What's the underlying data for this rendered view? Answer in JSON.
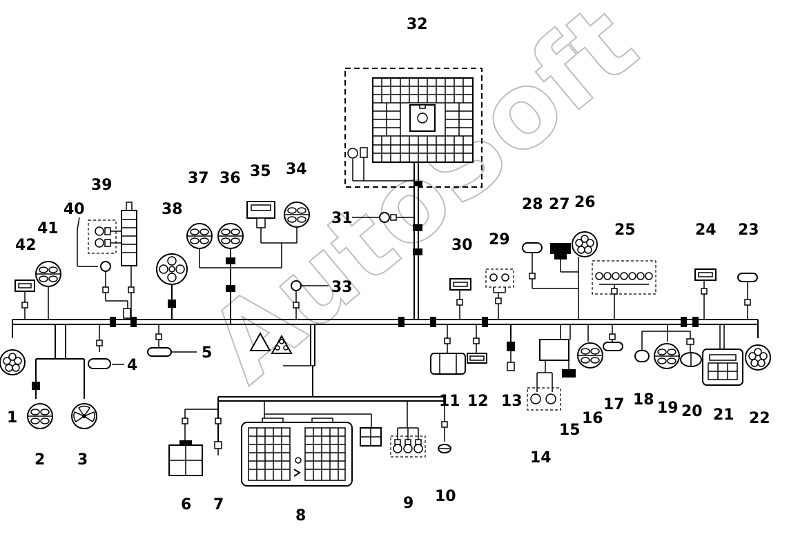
{
  "watermark": "AutoSoft",
  "labels": [
    "1",
    "2",
    "3",
    "4",
    "5",
    "6",
    "7",
    "8",
    "9",
    "10",
    "11",
    "12",
    "13",
    "14",
    "15",
    "16",
    "17",
    "18",
    "19",
    "20",
    "21",
    "22",
    "23",
    "24",
    "25",
    "26",
    "27",
    "28",
    "29",
    "30",
    "31",
    "32",
    "33",
    "34",
    "35",
    "36",
    "37",
    "38",
    "39",
    "40",
    "41",
    "42"
  ],
  "colors": {
    "line": "#000000",
    "background": "#ffffff",
    "watermark": "#bdbdbd"
  }
}
